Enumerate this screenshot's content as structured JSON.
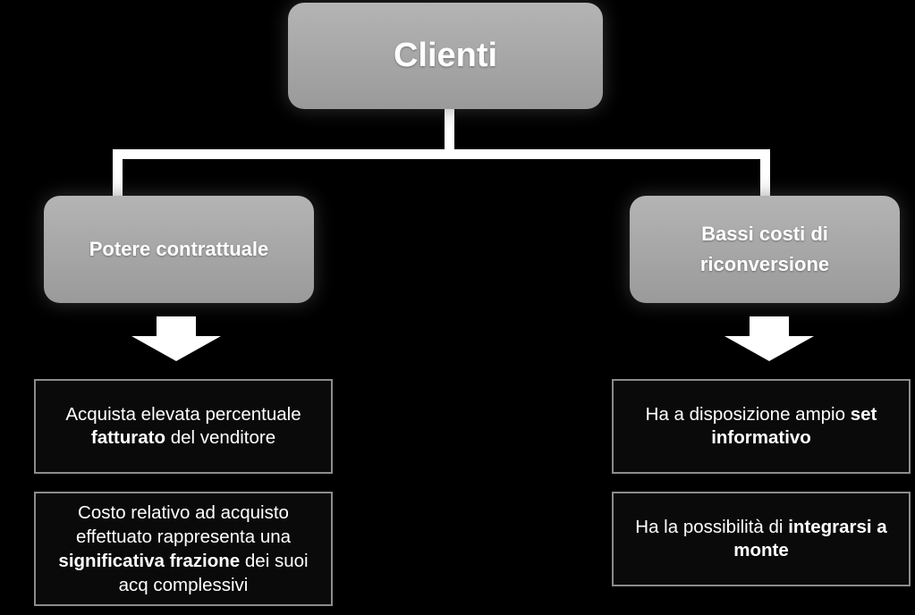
{
  "diagram": {
    "root": {
      "label": "Clienti"
    },
    "left": {
      "label": "Potere contrattuale",
      "items": [
        {
          "pre": "Acquista elevata percentuale ",
          "bold": "fatturato",
          "post": " del venditore"
        },
        {
          "pre": "Costo relativo ad acquisto effettuato rappresenta una ",
          "bold": "significativa frazione",
          "post": " dei suoi acq complessivi"
        }
      ]
    },
    "right": {
      "label": "Bassi costi di riconversione",
      "items": [
        {
          "pre": "Ha a disposizione ampio ",
          "bold": "set informativo",
          "post": ""
        },
        {
          "pre": "Ha la possibilità di ",
          "bold": "integrarsi a monte",
          "post": ""
        }
      ]
    },
    "colors": {
      "node_fill": "#a8a8a8",
      "line": "#ffffff",
      "box_border": "#8c8c8c",
      "background": "#000000"
    }
  }
}
